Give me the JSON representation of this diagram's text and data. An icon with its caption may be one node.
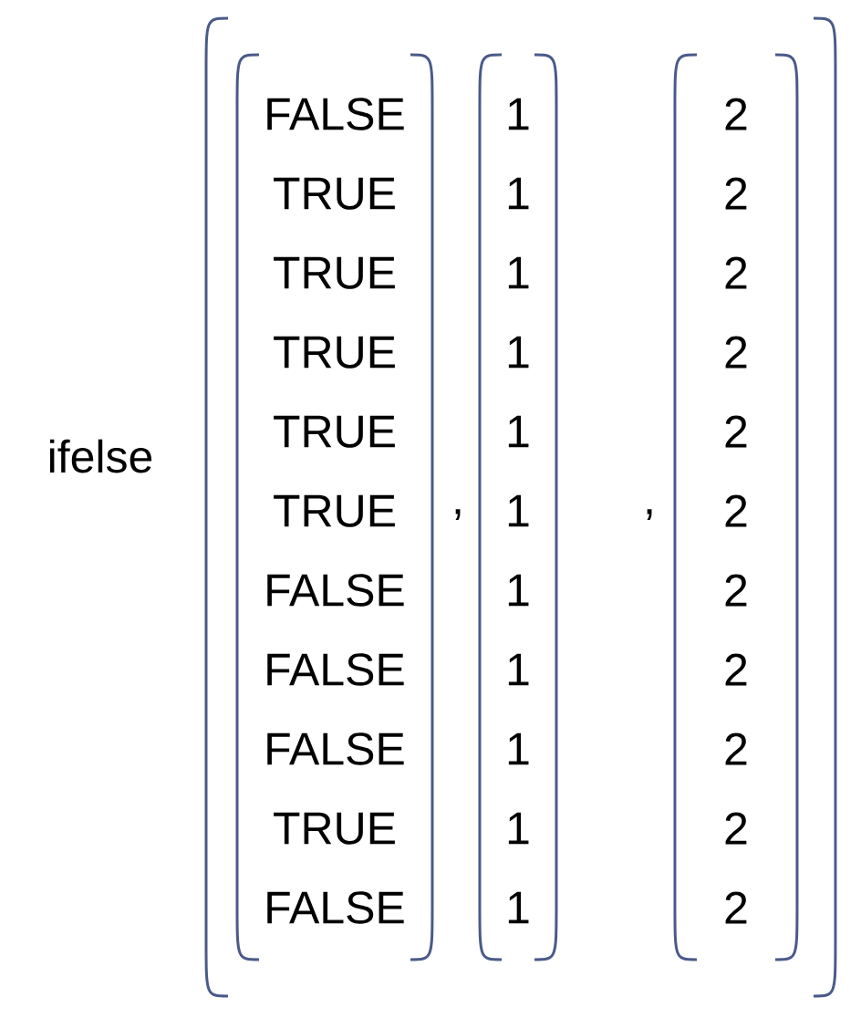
{
  "diagram": {
    "nodes": [
      {
        "text": [],
        "shape": "parentheses"
      },
      {
        "text": [
          "FALSE",
          "TRUE",
          "TRUE",
          "TRUE",
          "TRUE",
          "TRUE",
          "FALSE",
          "FALSE",
          "FALSE",
          "TRUE",
          "FALSE"
        ],
        "in": 0
      },
      {
        "text": [
          "1",
          "1",
          "1",
          "1",
          "1",
          "1",
          "1",
          "1",
          "1",
          "1",
          "1"
        ],
        "in": 0
      },
      {
        "text": [
          "2",
          "2",
          "2",
          "2",
          "2",
          "2",
          "2",
          "2",
          "2",
          "2",
          "2"
        ],
        "in": 0
      }
    ],
    "labels": [
      "ifelse",
      ",",
      ","
    ]
  }
}
